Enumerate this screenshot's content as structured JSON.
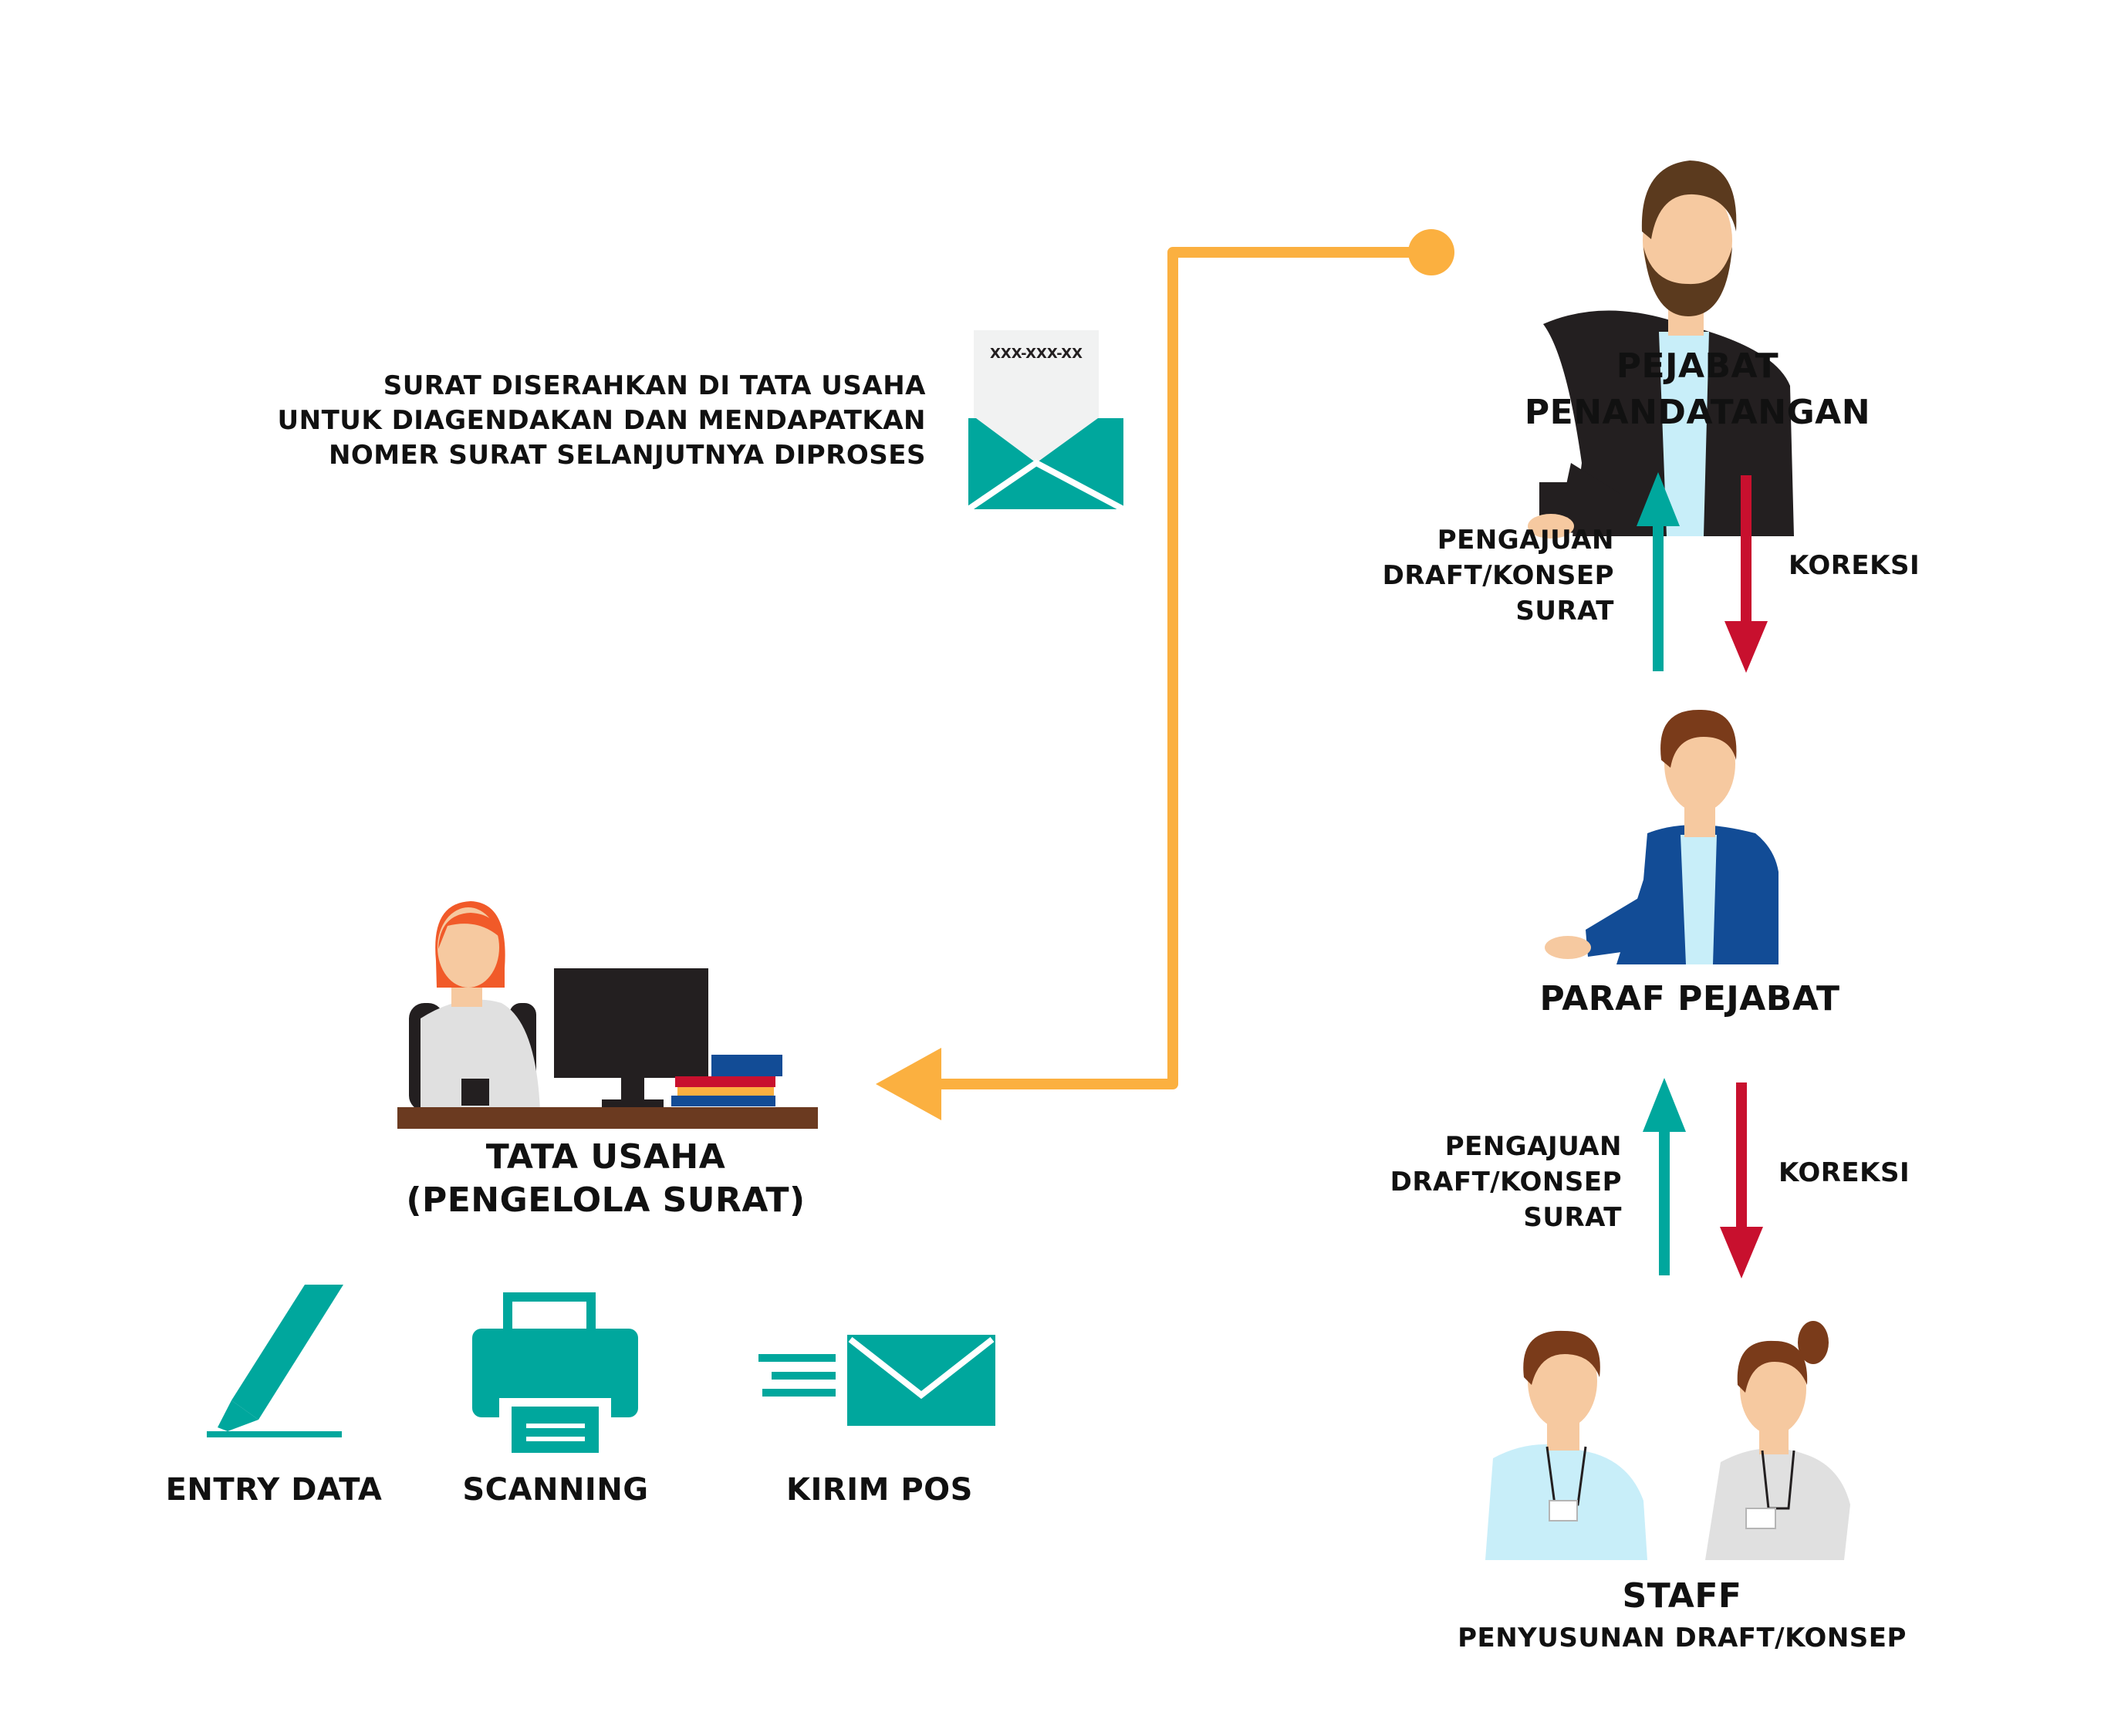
{
  "roles": {
    "signer": "PEJABAT\nPENANDATANGAN",
    "paraf": "PARAF PEJABAT",
    "staff_title": "STAFF",
    "staff_subtitle": "PENYUSUNAN DRAFT/KONSEP",
    "admin": "TATA USAHA\n(PENGELOLA SURAT)"
  },
  "flow": {
    "submit_upper": "PENGAJUAN\nDRAFT/KONSEP\nSURAT",
    "correct_upper": "KOREKSI",
    "submit_lower": "PENGAJUAN\nDRAFT/KONSEP\nSURAT",
    "correct_lower": "KOREKSI"
  },
  "letter": {
    "number": "XXX-XXX-XX",
    "note": "SURAT DISERAHKAN DI TATA USAHA\nUNTUK DIAGENDAKAN DAN MENDAPATKAN\nNOMER SURAT SELANJUTNYA DIPROSES"
  },
  "tasks": [
    {
      "label": "ENTRY DATA",
      "icon": "pen-icon"
    },
    {
      "label": "SCANNING",
      "icon": "printer-icon"
    },
    {
      "label": "KIRIM POS",
      "icon": "mail-send-icon"
    }
  ],
  "colors": {
    "teal": "#00a79d",
    "red": "#c8102e",
    "orange": "#fbb040",
    "text": "#111111"
  }
}
